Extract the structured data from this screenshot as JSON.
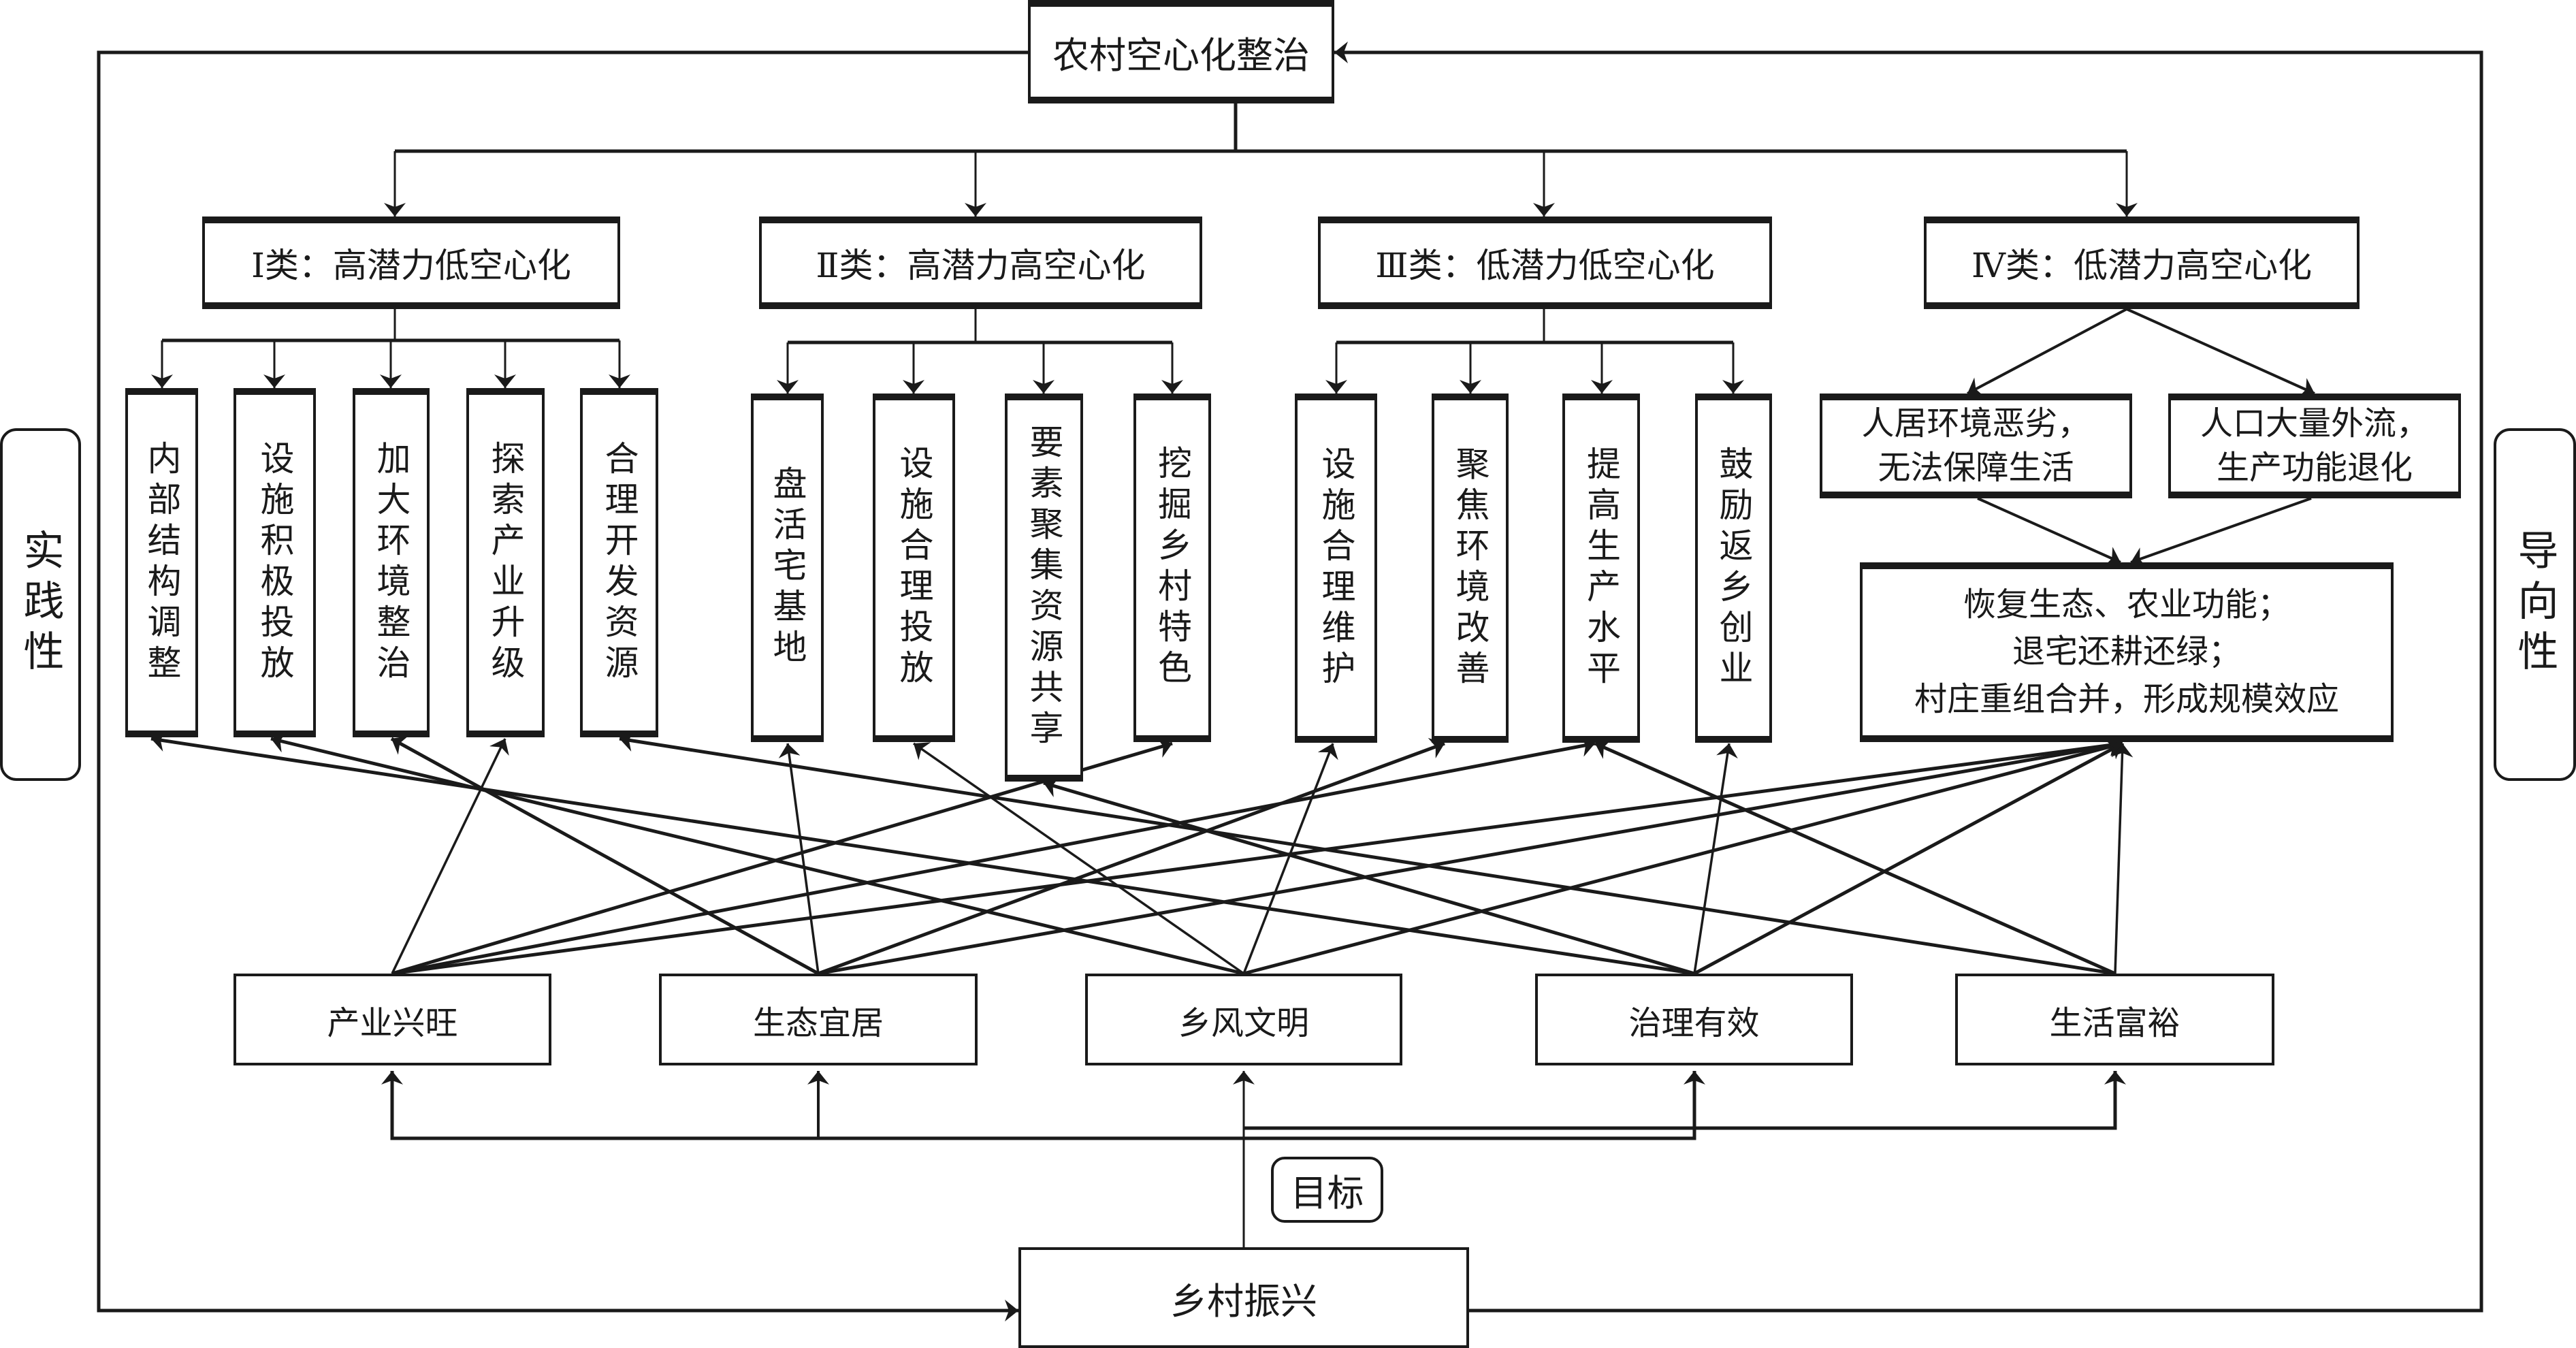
{
  "top": {
    "label": "农村空心化整治"
  },
  "bottom": {
    "label": "乡村振兴"
  },
  "goal_tag": {
    "label": "目标"
  },
  "side_left": {
    "label": "实践性"
  },
  "side_right": {
    "label": "导向性"
  },
  "categories": [
    {
      "label": "Ⅰ类：高潜力低空心化",
      "measures": [
        "内部结构调整",
        "设施积极投放",
        "加大环境整治",
        "探索产业升级",
        "合理开发资源"
      ]
    },
    {
      "label": "Ⅱ类：高潜力高空心化",
      "measures": [
        "盘活宅基地",
        "设施合理投放",
        "要素聚集资源共享",
        "挖掘乡村特色"
      ]
    },
    {
      "label": "Ⅲ类：低潜力低空心化",
      "measures": [
        "设施合理维护",
        "聚焦环境改善",
        "提高生产水平",
        "鼓励返乡创业"
      ]
    },
    {
      "label": "Ⅳ类：低潜力高空心化",
      "problems": [
        {
          "lines": [
            "人居环境恶劣，",
            "无法保障生活"
          ]
        },
        {
          "lines": [
            "人口大量外流，",
            "生产功能退化"
          ]
        }
      ],
      "outcome": {
        "lines": [
          "恢复生态、农业功能；",
          "退宅还耕还绿；",
          "村庄重组合并，形成规模效应"
        ]
      }
    }
  ],
  "goals": [
    "产业兴旺",
    "生态宜居",
    "乡风文明",
    "治理有效",
    "生活富裕"
  ],
  "colors": {
    "stroke": "#1a1a1a",
    "background": "#ffffff"
  }
}
